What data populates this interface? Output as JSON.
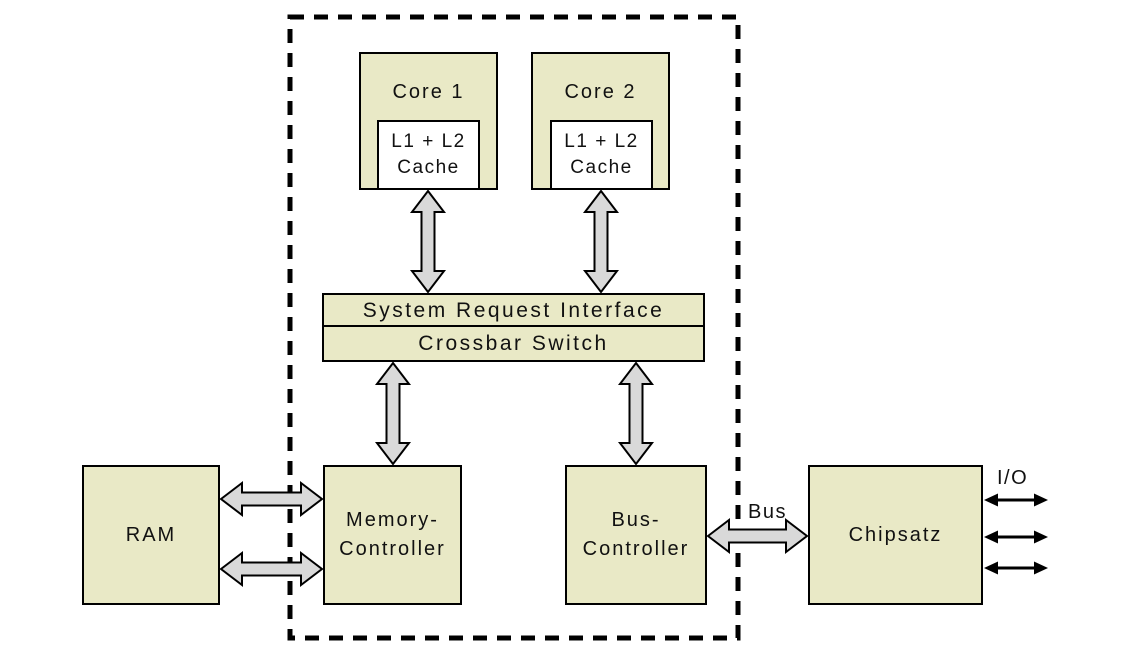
{
  "colors": {
    "background": "#ffffff",
    "box_fill": "#e9e9c6",
    "cache_fill": "#ffffff",
    "arrow_fill": "#d9d9d9",
    "outline": "#000000",
    "text": "#111111"
  },
  "nodes": {
    "core1": {
      "label": "Core 1"
    },
    "core2": {
      "label": "Core 2"
    },
    "cache1": {
      "line1": "L1 + L2",
      "line2": "Cache"
    },
    "cache2": {
      "line1": "L1 + L2",
      "line2": "Cache"
    },
    "system_request_interface": {
      "label": "System Request Interface"
    },
    "crossbar_switch": {
      "label": "Crossbar Switch"
    },
    "ram": {
      "label": "RAM"
    },
    "memory_controller": {
      "line1": "Memory-",
      "line2": "Controller"
    },
    "bus_controller": {
      "line1": "Bus-",
      "line2": "Controller"
    },
    "chipsatz": {
      "label": "Chipsatz"
    }
  },
  "labels": {
    "bus": "Bus",
    "io": "I/O"
  }
}
